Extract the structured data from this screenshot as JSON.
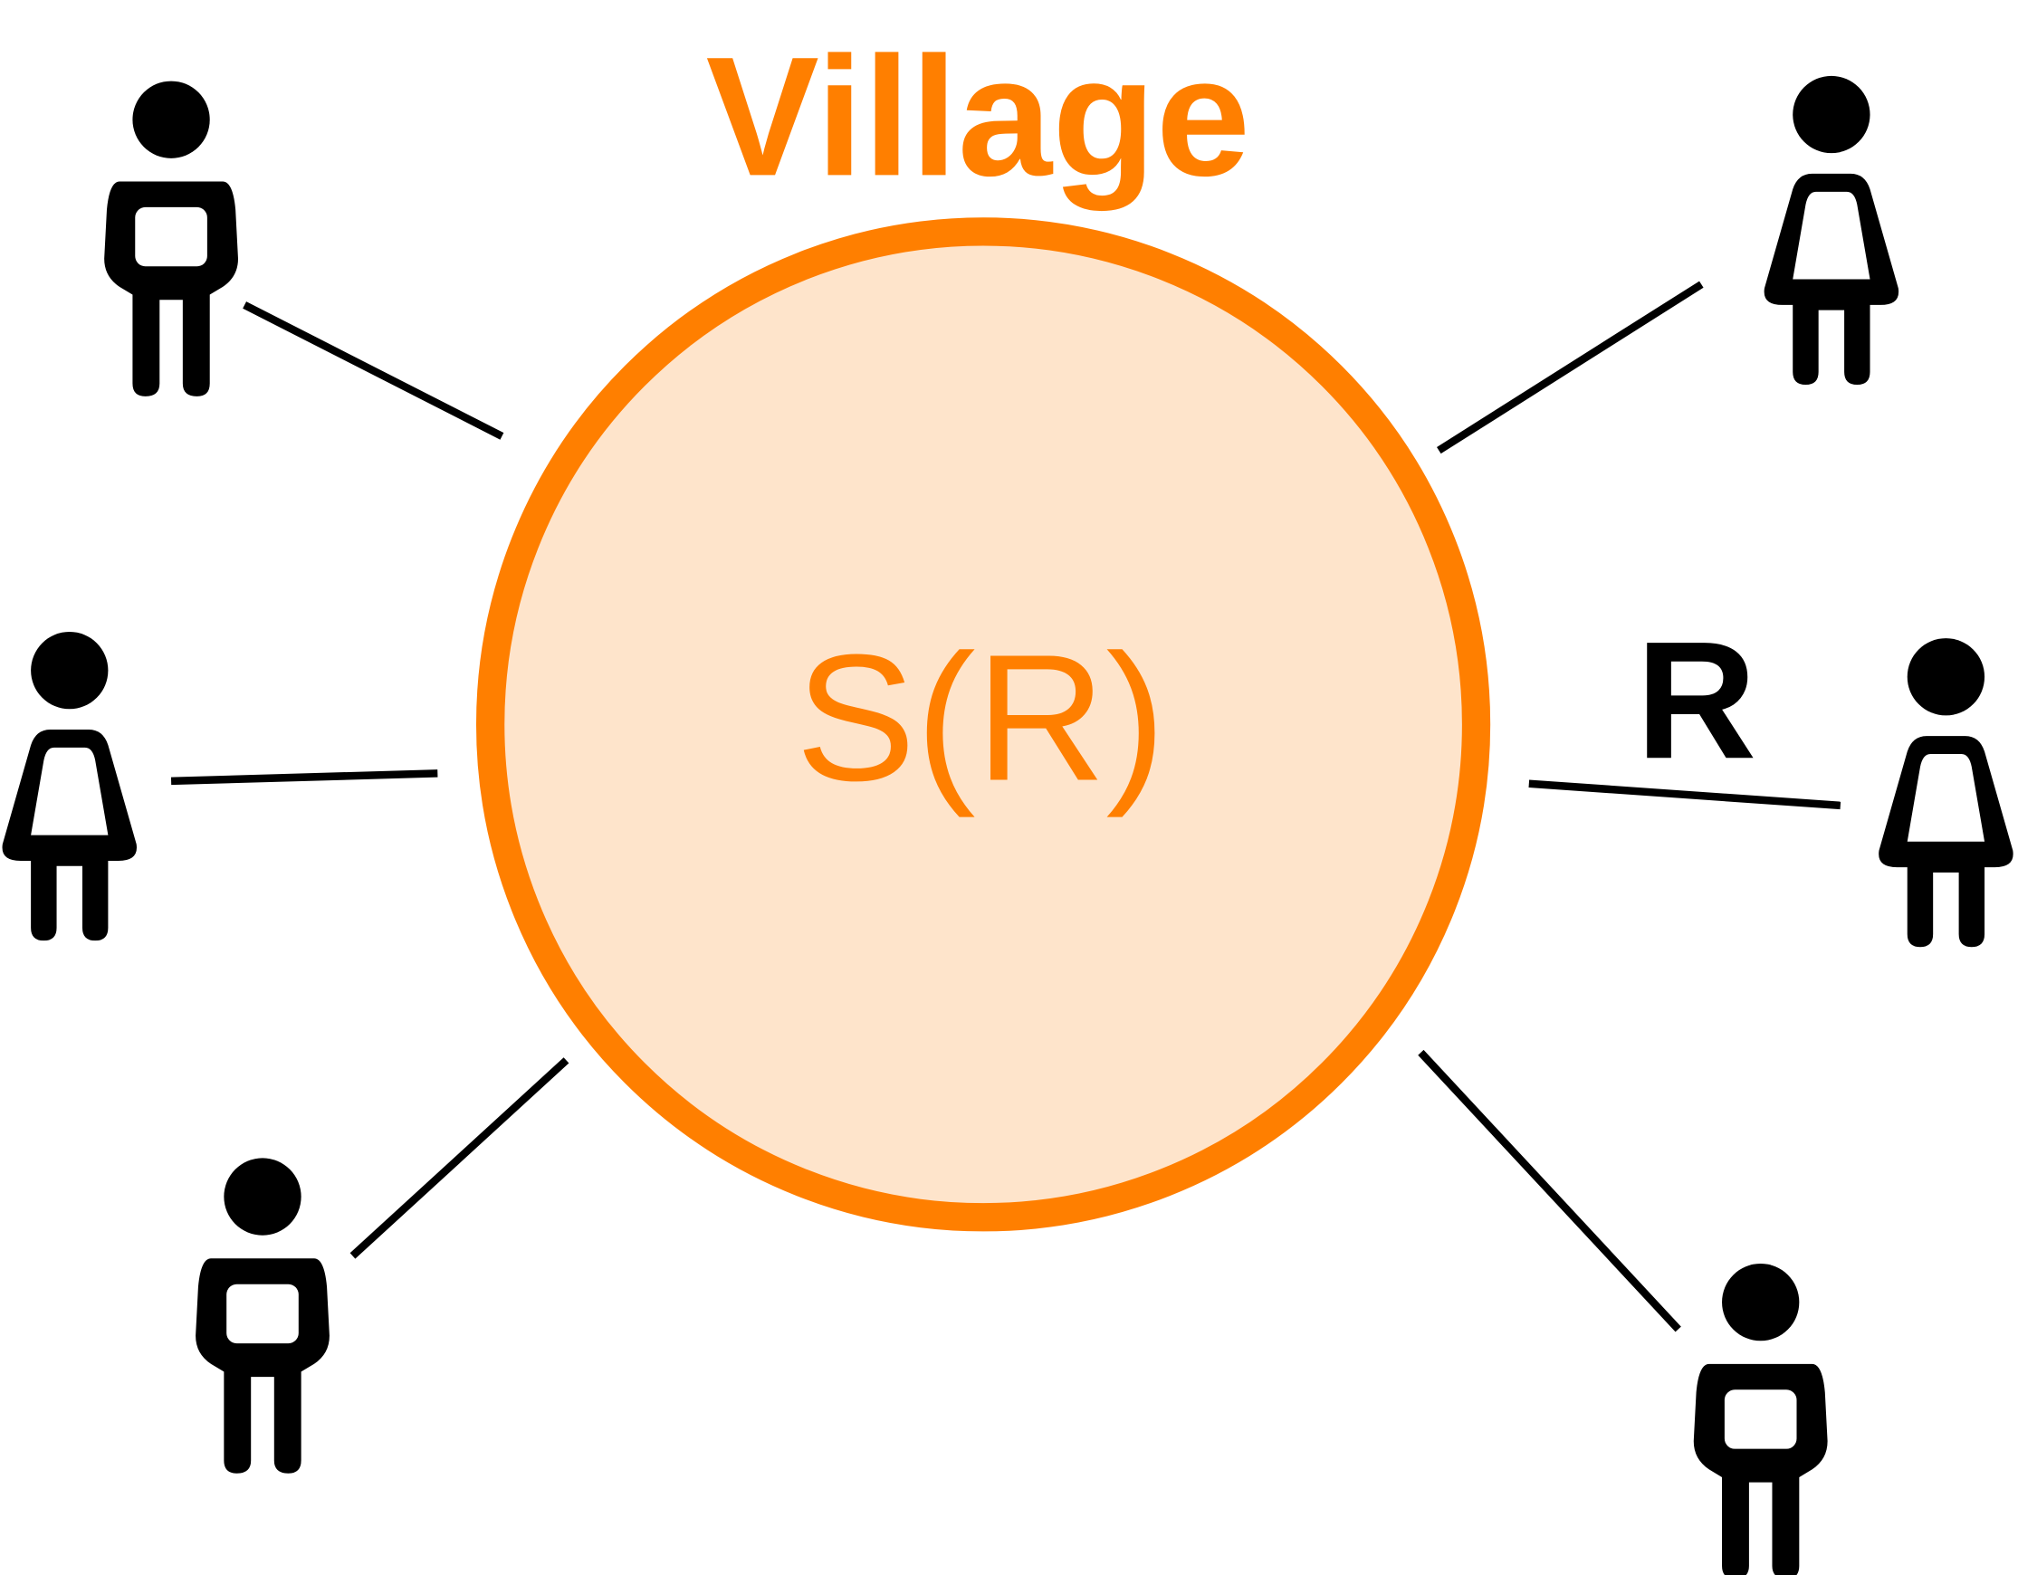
{
  "title": "Village",
  "center_label": "S(R)",
  "relation_label": "R",
  "colors": {
    "accent": "#FF7F00",
    "circle_fill": "#FEE4CB",
    "line": "#000000",
    "person": "#000000"
  },
  "people": [
    {
      "icon": "person-male-icon"
    },
    {
      "icon": "person-female-icon"
    },
    {
      "icon": "person-female-icon"
    },
    {
      "icon": "person-female-icon"
    },
    {
      "icon": "person-male-icon"
    },
    {
      "icon": "person-male-icon"
    }
  ]
}
